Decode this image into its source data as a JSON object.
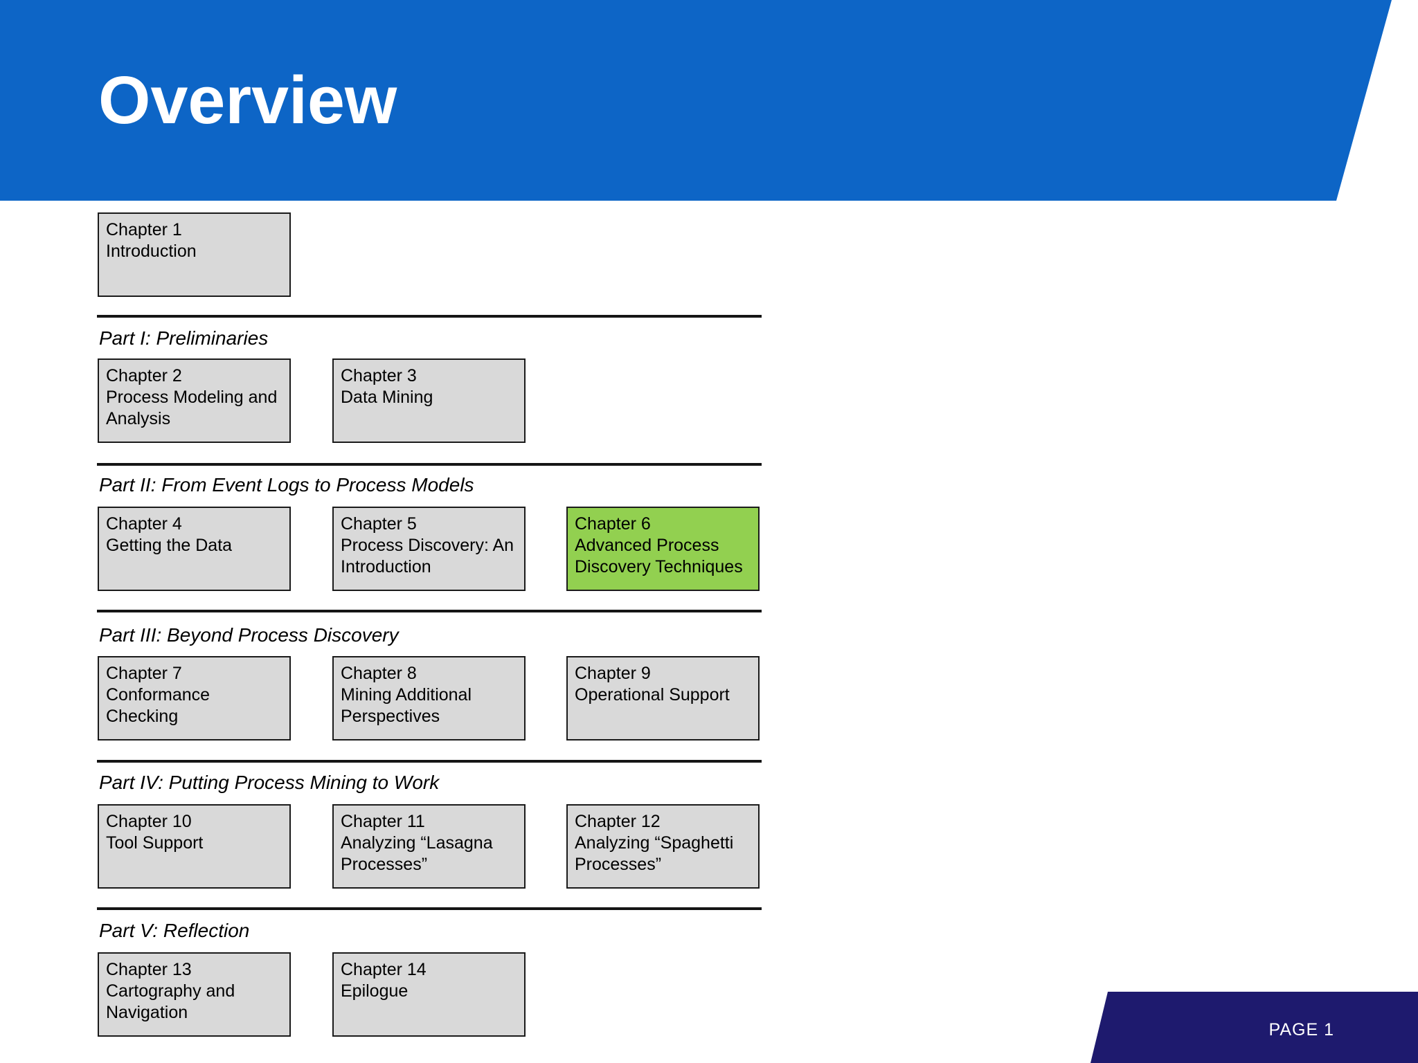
{
  "slide": {
    "title": "Overview",
    "page_label": "PAGE 1"
  },
  "colors": {
    "header_blue": "#0d65c6",
    "footer_navy": "#1e1a6e",
    "highlight_green": "#92d050",
    "box_gray": "#d9d9d9",
    "box_border": "#1a1a1a",
    "divider_line": "#151515",
    "title_text": "#ffffff",
    "body_text": "#000000"
  },
  "intro": {
    "chapter": "Chapter 1",
    "title": "Introduction"
  },
  "sections": [
    {
      "label": "Part I: Preliminaries",
      "chapters": [
        {
          "chapter": "Chapter 2",
          "title": "Process Modeling and Analysis"
        },
        {
          "chapter": "Chapter 3",
          "title": "Data Mining"
        }
      ]
    },
    {
      "label": "Part II: From Event Logs to Process Models",
      "chapters": [
        {
          "chapter": "Chapter 4",
          "title": "Getting the Data"
        },
        {
          "chapter": "Chapter 5",
          "title": "Process Discovery: An Introduction"
        },
        {
          "chapter": "Chapter 6",
          "title": "Advanced Process Discovery Techniques",
          "highlighted": true
        }
      ]
    },
    {
      "label": "Part III: Beyond Process Discovery",
      "chapters": [
        {
          "chapter": "Chapter 7",
          "title": "Conformance Checking"
        },
        {
          "chapter": "Chapter 8",
          "title": "Mining Additional Perspectives"
        },
        {
          "chapter": "Chapter 9",
          "title": "Operational Support"
        }
      ]
    },
    {
      "label": "Part IV: Putting Process Mining to Work",
      "chapters": [
        {
          "chapter": "Chapter 10",
          "title": "Tool Support"
        },
        {
          "chapter": "Chapter 11",
          "title": "Analyzing “Lasagna Processes”"
        },
        {
          "chapter": "Chapter 12",
          "title": "Analyzing “Spaghetti Processes”"
        }
      ]
    },
    {
      "label": "Part V: Reflection",
      "chapters": [
        {
          "chapter": "Chapter 13",
          "title": "Cartography and Navigation"
        },
        {
          "chapter": "Chapter 14",
          "title": "Epilogue"
        }
      ]
    }
  ]
}
